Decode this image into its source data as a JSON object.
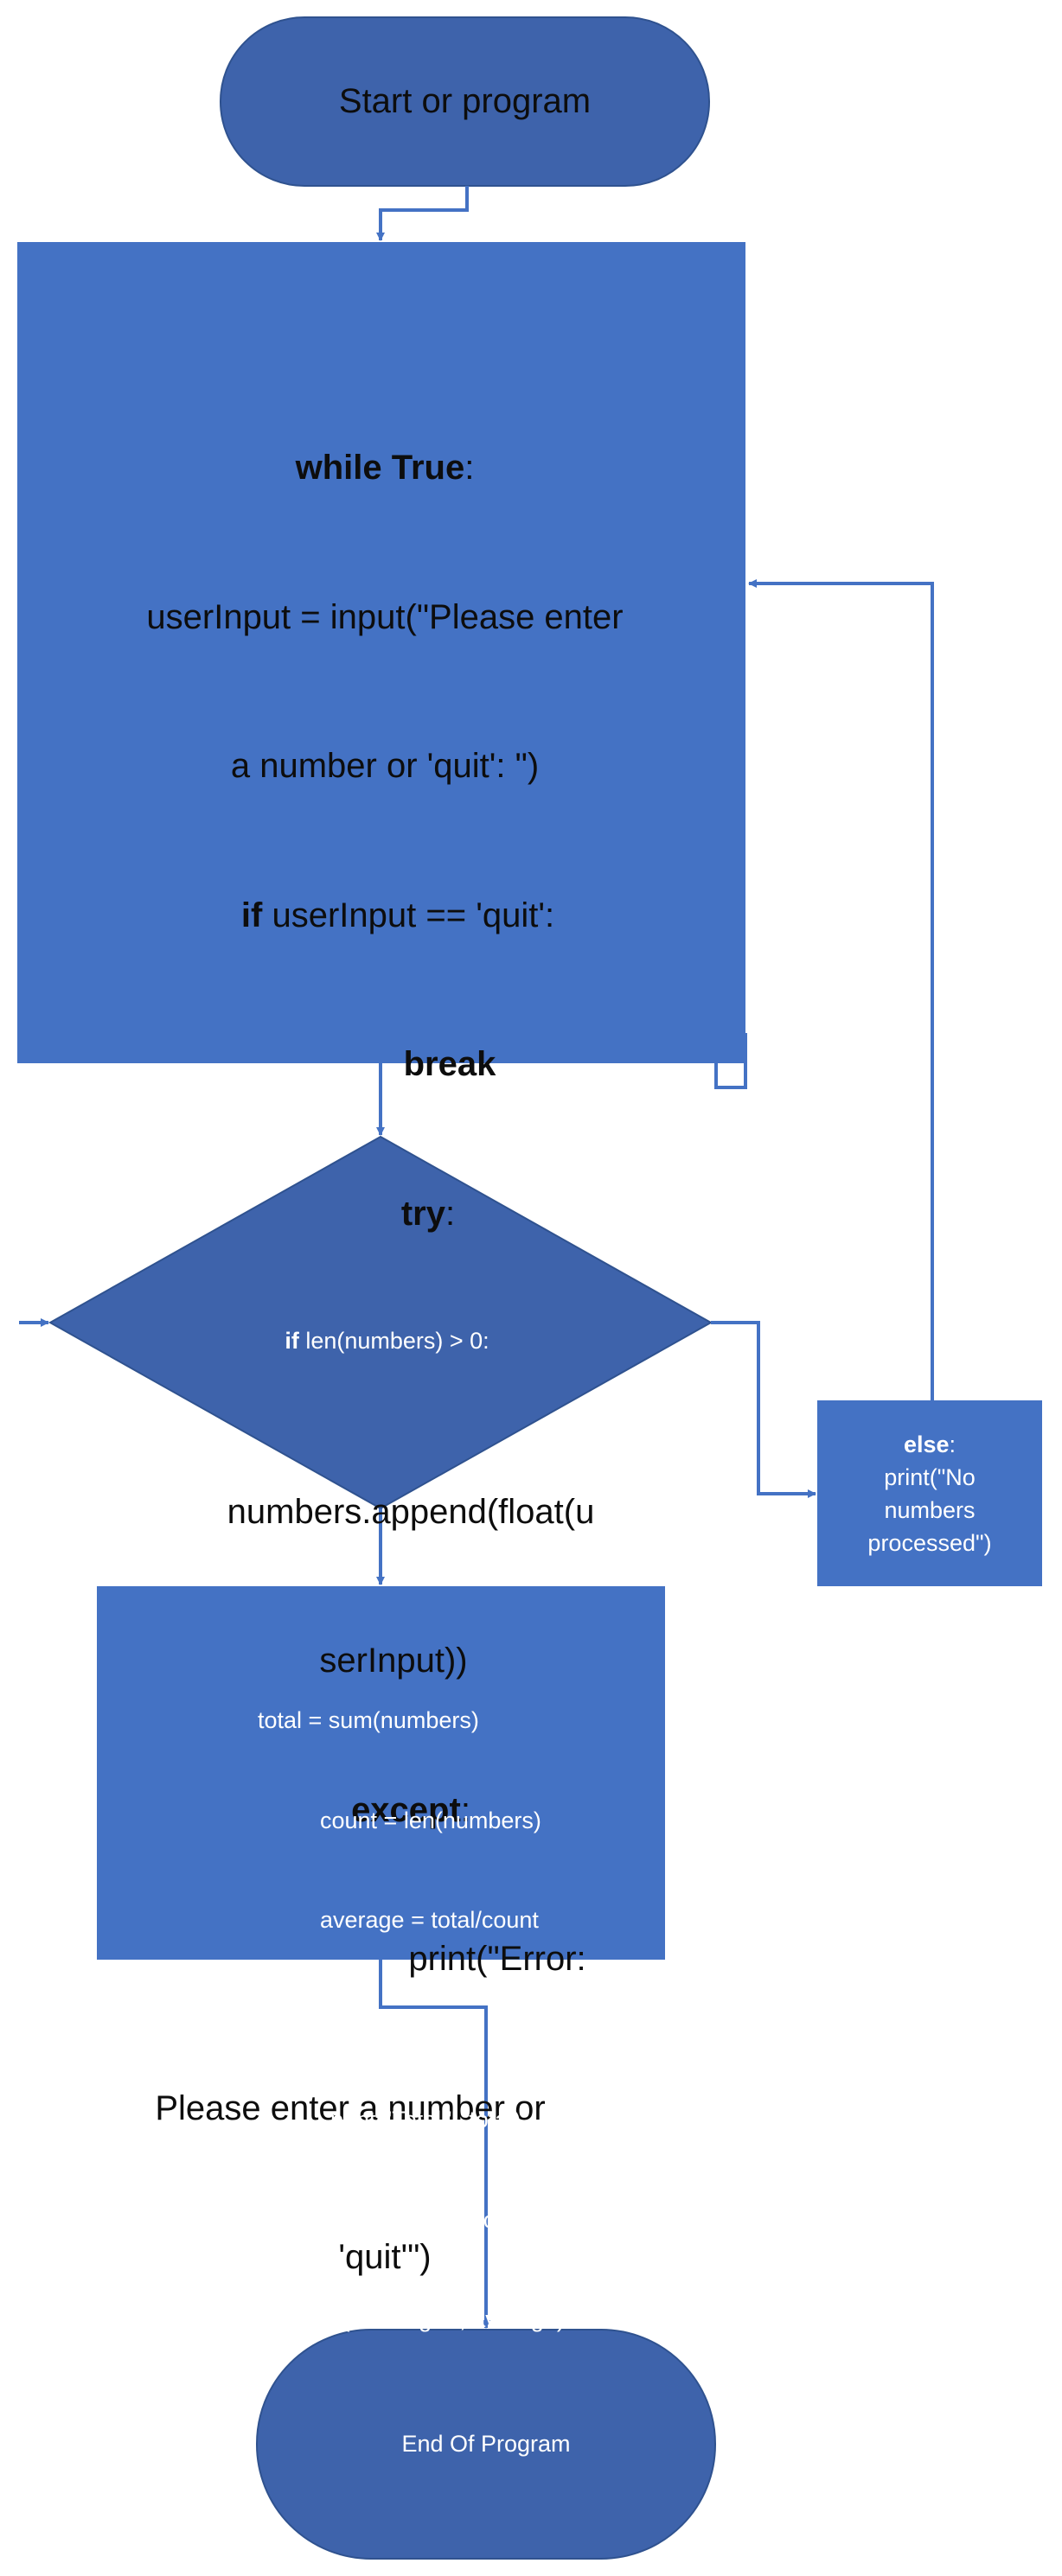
{
  "colors": {
    "shape_dark": "#3e63ab",
    "shape_main": "#4472c4",
    "connector": "#4472c4",
    "text_dark": "#0d0d0d",
    "text_light": "#ffffff"
  },
  "nodes": {
    "start": {
      "label": "Start or program"
    },
    "loop_block": {
      "lines": [
        {
          "kw": "while",
          "rest": " ",
          "kw2": "True",
          "rest2": ":"
        },
        {
          "text": "userInput = input(\"Please enter"
        },
        {
          "text": "a number or 'quit': \")"
        },
        {
          "kw": "if",
          "rest": " userInput == 'quit':"
        },
        {
          "kw": "break",
          "rest": ""
        },
        {
          "kw": "try",
          "rest": ":"
        },
        {
          "text": ""
        },
        {
          "text": "numbers.append(float(u"
        },
        {
          "text": "serInput))"
        },
        {
          "kw": "except",
          "rest": ":"
        },
        {
          "text": "print(\"Error:"
        },
        {
          "text": "Please enter a number or"
        },
        {
          "text": "'quit'\")"
        }
      ]
    },
    "decision": {
      "kw": "if",
      "rest": " len(numbers) > 0:"
    },
    "else_block": {
      "kw": "else",
      "rest": ":",
      "lines": [
        "print(\"No",
        "numbers",
        "processed\")"
      ]
    },
    "results_block": {
      "lines": [
        "total = sum(numbers)",
        "count = len(numbers)",
        "average = total/count",
        "",
        "print(\"Total:\", total)",
        "print(\"Count:\", count)",
        "print(\"Average:\", average)"
      ]
    },
    "end": {
      "label": "End Of Program"
    }
  }
}
